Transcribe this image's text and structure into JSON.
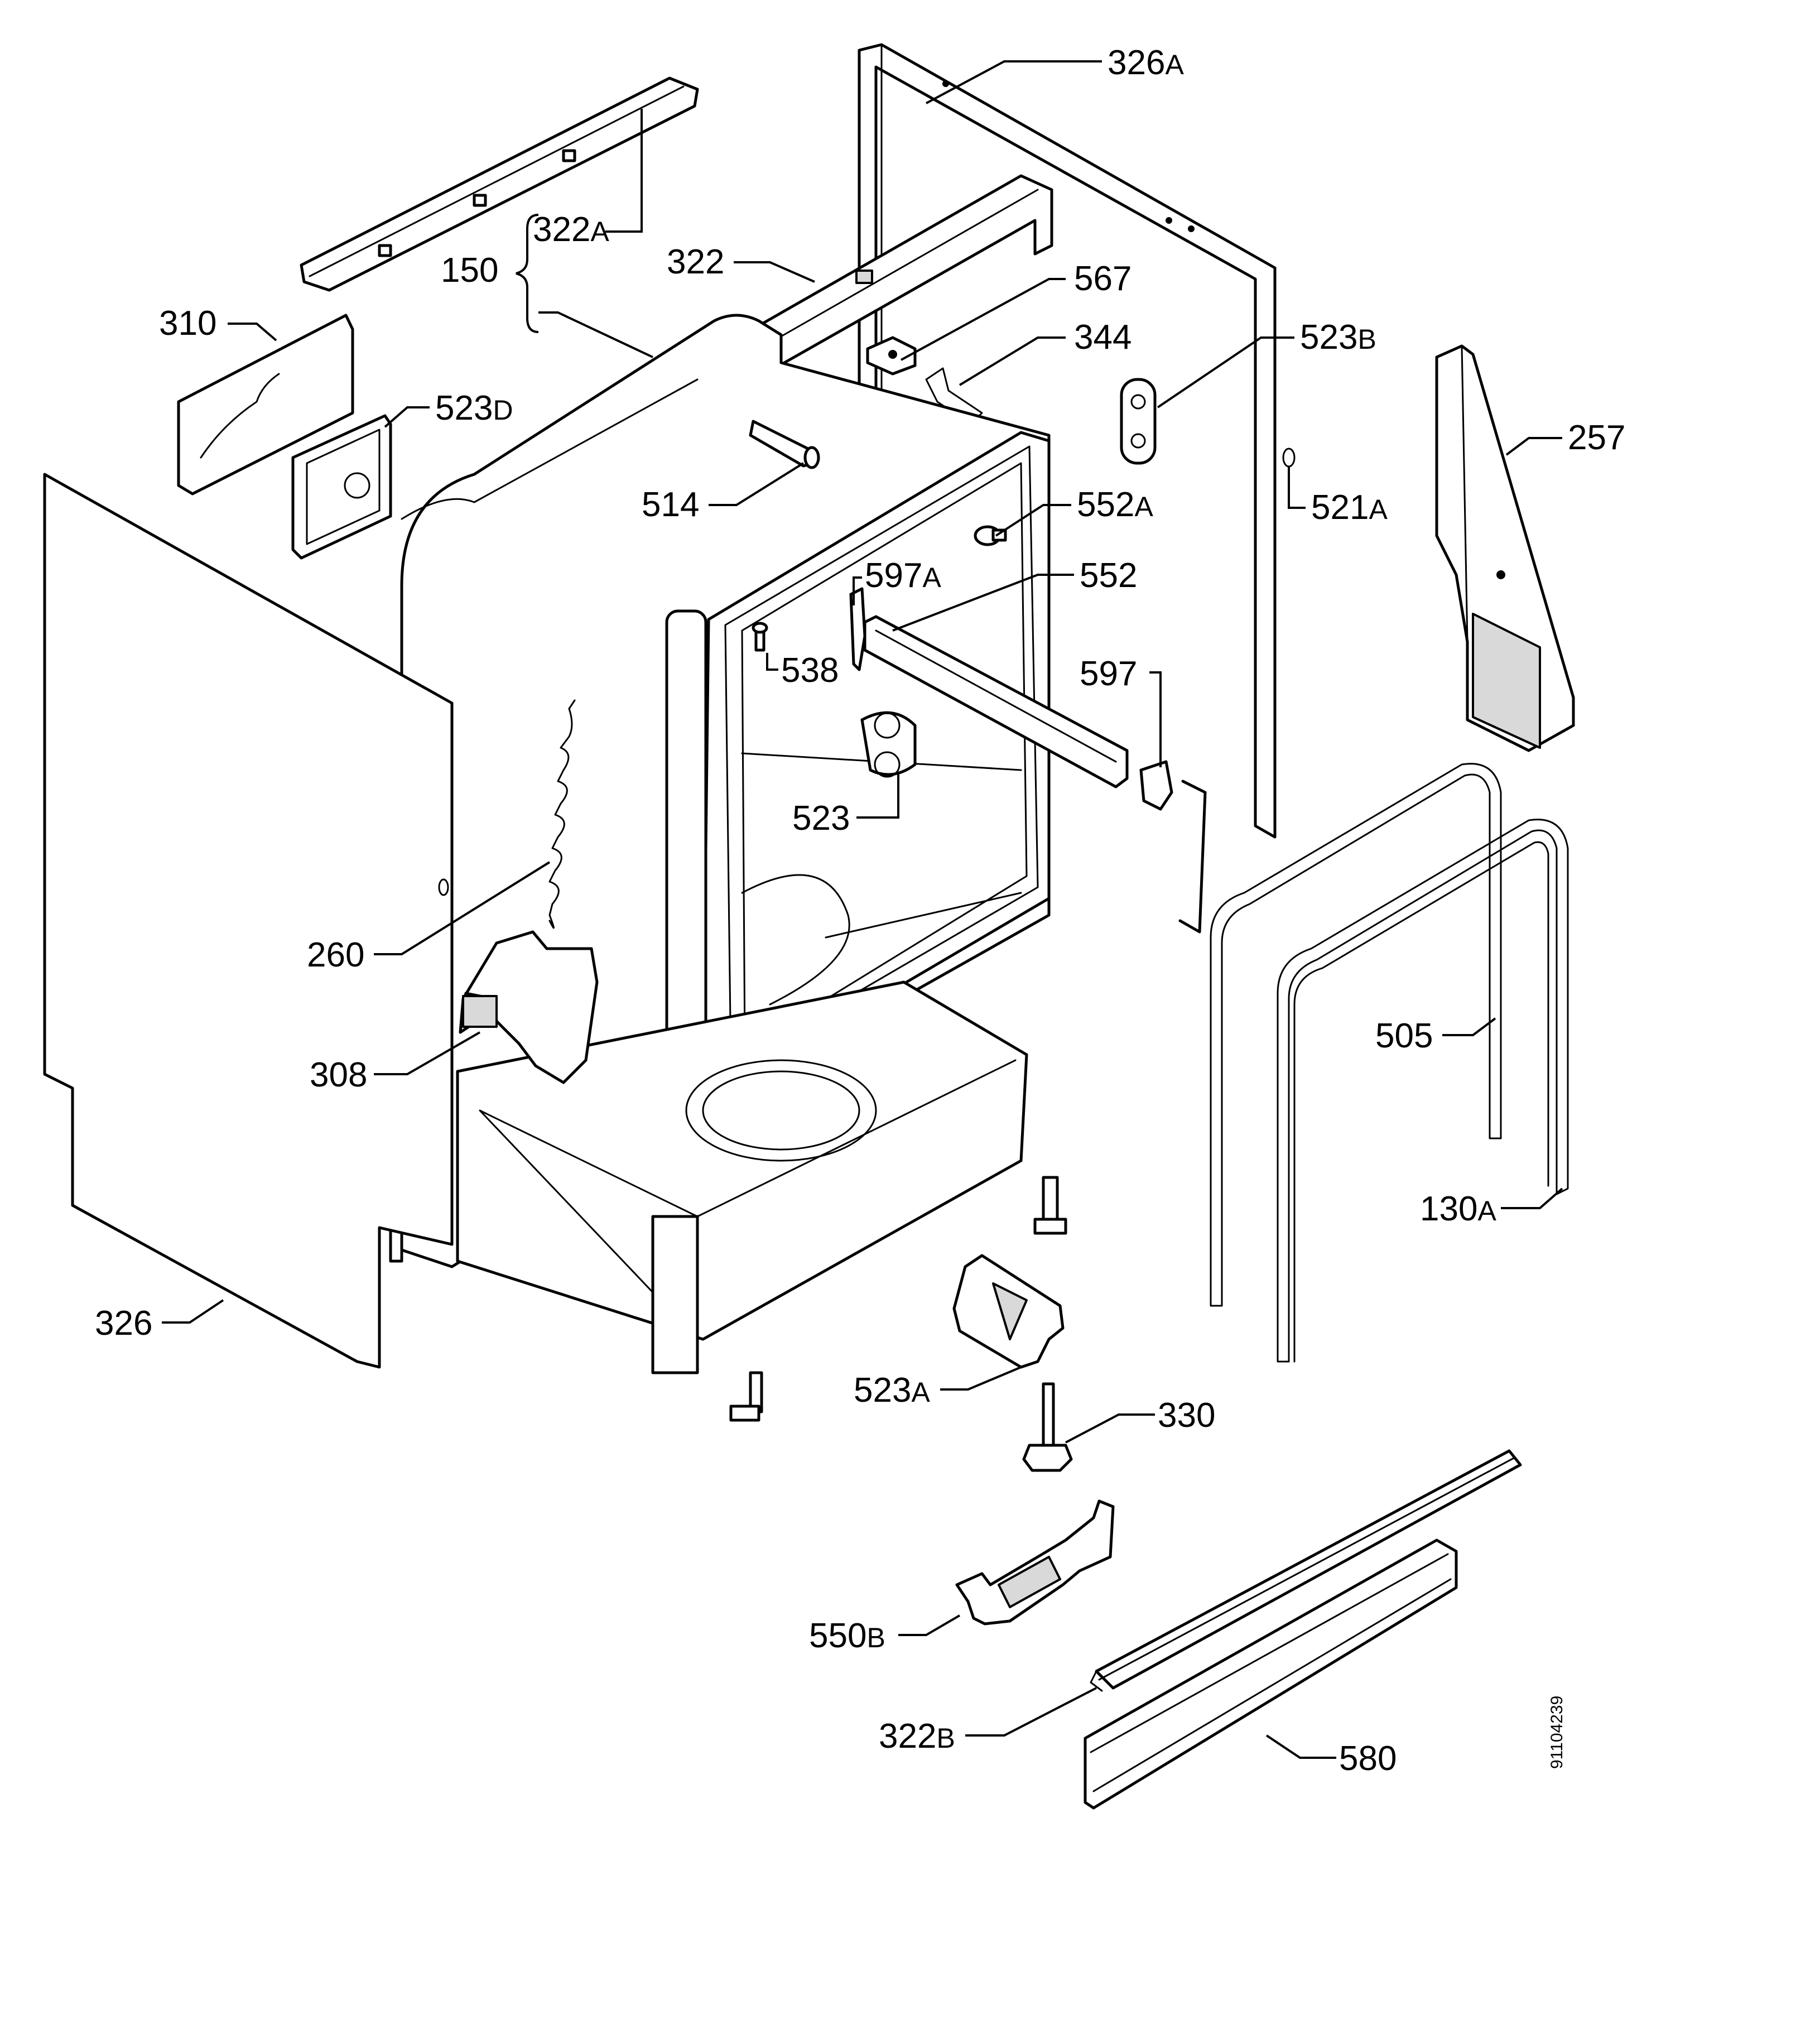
{
  "labels": {
    "l326A": {
      "num": "326",
      "suffix": "A"
    },
    "l322A": {
      "num": "322",
      "suffix": "A"
    },
    "l150": {
      "num": "150",
      "suffix": ""
    },
    "l322": {
      "num": "322",
      "suffix": ""
    },
    "l567": {
      "num": "567",
      "suffix": ""
    },
    "l310": {
      "num": "310",
      "suffix": ""
    },
    "l344": {
      "num": "344",
      "suffix": ""
    },
    "l523B": {
      "num": "523",
      "suffix": "B"
    },
    "l523D": {
      "num": "523",
      "suffix": "D"
    },
    "l257": {
      "num": "257",
      "suffix": ""
    },
    "l514": {
      "num": "514",
      "suffix": ""
    },
    "l552A": {
      "num": "552",
      "suffix": "A"
    },
    "l521A": {
      "num": "521",
      "suffix": "A"
    },
    "l597A": {
      "num": "597",
      "suffix": "A"
    },
    "l552": {
      "num": "552",
      "suffix": ""
    },
    "l538": {
      "num": "538",
      "suffix": ""
    },
    "l597": {
      "num": "597",
      "suffix": ""
    },
    "l523": {
      "num": "523",
      "suffix": ""
    },
    "l260": {
      "num": "260",
      "suffix": ""
    },
    "l505": {
      "num": "505",
      "suffix": ""
    },
    "l308": {
      "num": "308",
      "suffix": ""
    },
    "l130A": {
      "num": "130",
      "suffix": "A"
    },
    "l326": {
      "num": "326",
      "suffix": ""
    },
    "l523A": {
      "num": "523",
      "suffix": "A"
    },
    "l330": {
      "num": "330",
      "suffix": ""
    },
    "l550B": {
      "num": "550",
      "suffix": "B"
    },
    "l322B": {
      "num": "322",
      "suffix": "B"
    },
    "l580": {
      "num": "580",
      "suffix": ""
    }
  },
  "document_id": "91104239"
}
